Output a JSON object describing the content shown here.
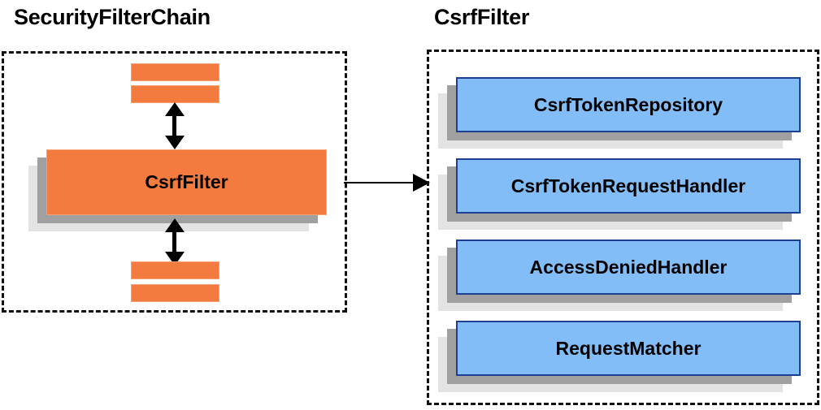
{
  "panels": {
    "left": {
      "title": "SecurityFilterChain",
      "main_box": {
        "label": "CsrfFilter",
        "color": "#f47b3f"
      },
      "stub_bars": [
        {
          "name": "filter-stub-top-1"
        },
        {
          "name": "filter-stub-top-2"
        },
        {
          "name": "filter-stub-bottom-1"
        },
        {
          "name": "filter-stub-bottom-2"
        }
      ],
      "arrows": {
        "top": "bidirectional-vertical-arrow",
        "bottom": "bidirectional-vertical-arrow"
      }
    },
    "right": {
      "title": "CsrfFilter",
      "components": [
        {
          "label": "CsrfTokenRepository",
          "color": "#82bdf7"
        },
        {
          "label": "CsrfTokenRequestHandler",
          "color": "#82bdf7"
        },
        {
          "label": "AccessDeniedHandler",
          "color": "#82bdf7"
        },
        {
          "label": "RequestMatcher",
          "color": "#82bdf7"
        }
      ]
    }
  },
  "connector": {
    "name": "expansion-arrow",
    "direction": "right"
  },
  "colors": {
    "orange": "#f47b3f",
    "orange_border": "#f79f73",
    "blue": "#82bdf7",
    "blue_border": "#1b3f91",
    "shadow_mid": "#a0a0a0",
    "shadow_back": "#e3e3e3",
    "outline": "#111111",
    "text": "#000000"
  }
}
